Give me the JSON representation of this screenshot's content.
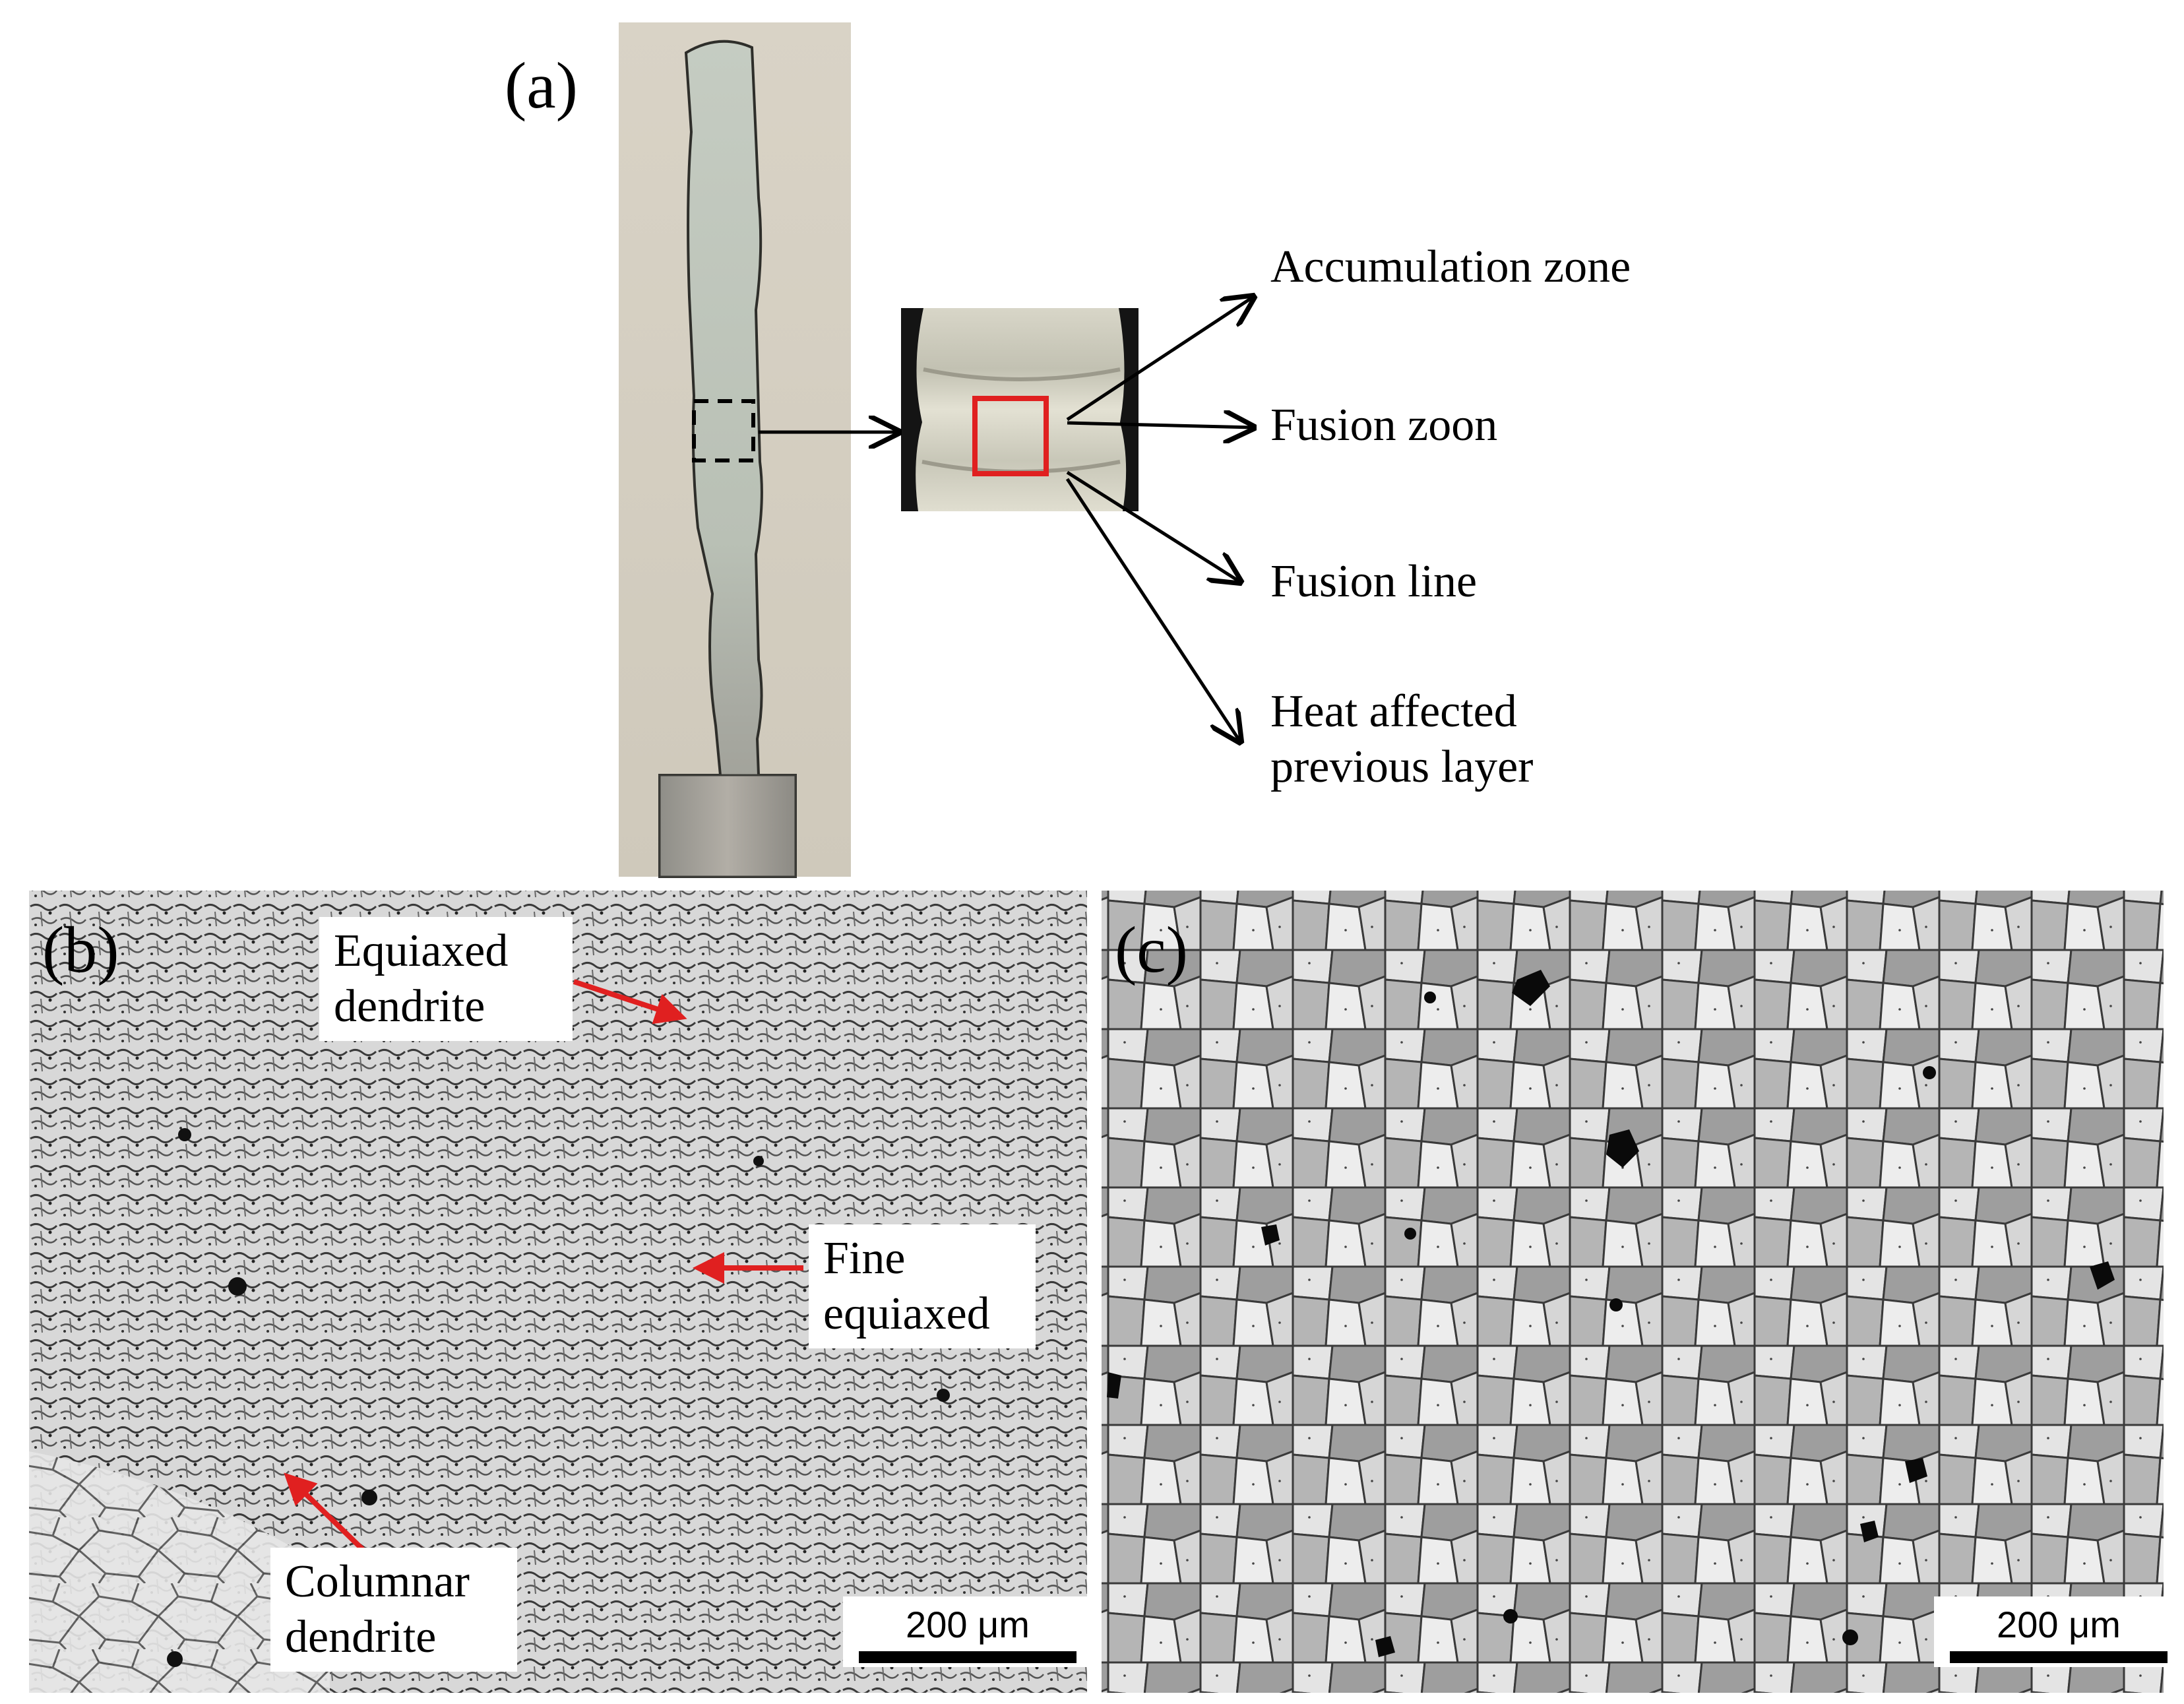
{
  "figure": {
    "panel_a": {
      "label": "(a)",
      "annotations": [
        "Accumulation zone",
        "Fusion zoon",
        "Fusion line",
        "Heat affected previous layer"
      ]
    },
    "panel_b": {
      "label": "(b)",
      "callouts": [
        "Equiaxed dendrite",
        "Fine equiaxed",
        "Columnar dendrite"
      ],
      "scale_bar": "200 μm"
    },
    "panel_c": {
      "label": "(c)",
      "scale_bar": "200 μm"
    }
  },
  "colors": {
    "red_box": "#e02020",
    "callout_arrow": "#e02020",
    "annotation_arrow": "#000000"
  }
}
